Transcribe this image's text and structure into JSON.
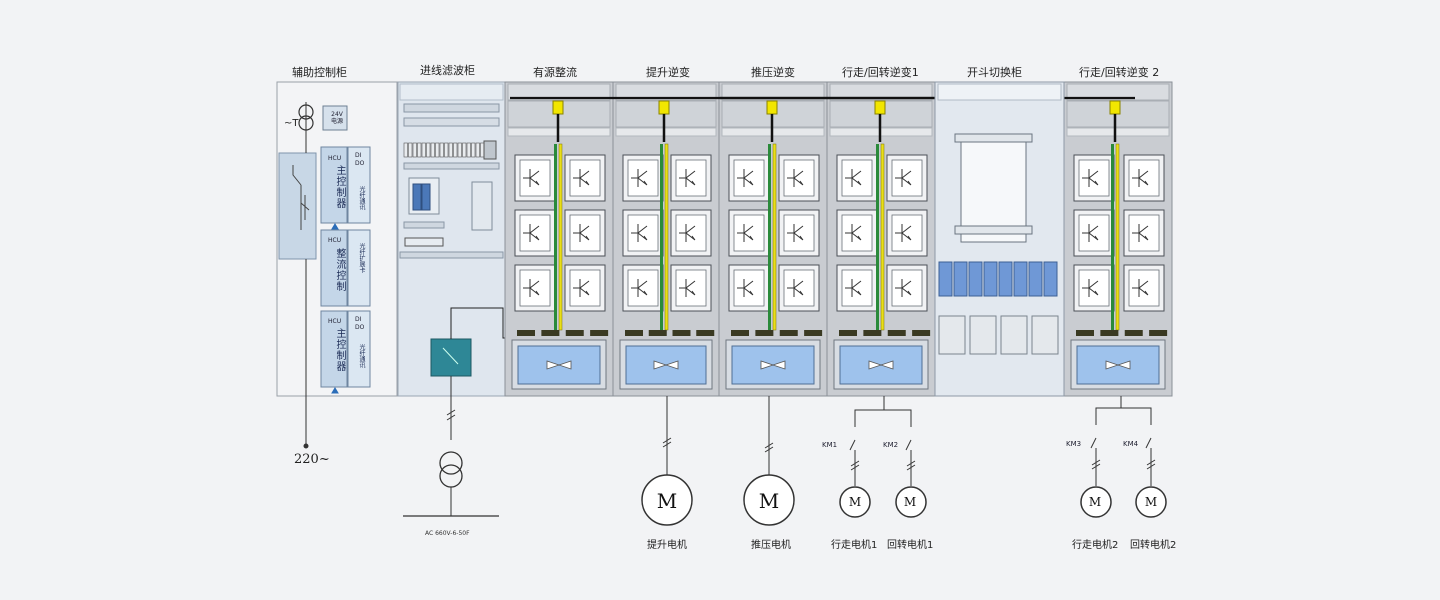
{
  "colors": {
    "page_bg": "#f2f3f5",
    "cabinet_grey": "#c9ccd1",
    "cabinet_light": "#e6ebf1",
    "filter_cabinet": "#dfe6ee",
    "switch_cabinet": "#e2e8ef",
    "blue_panel": "#9ec2ec",
    "busbar": "#111111",
    "fuse_yellow": "#f2e600",
    "teal_box": "#2e8796",
    "dark_block": "#3a3a22",
    "line": "#333333"
  },
  "cabinets": [
    {
      "key": "aux",
      "title": "辅助控制柜"
    },
    {
      "key": "filter",
      "title": "进线滤波柜"
    },
    {
      "key": "rect",
      "title": "有源整流"
    },
    {
      "key": "hoist",
      "title": "提升逆变"
    },
    {
      "key": "crowd",
      "title": "推压逆变"
    },
    {
      "key": "swing1",
      "title": "行走/回转逆变1"
    },
    {
      "key": "switch",
      "title": "开斗切换柜"
    },
    {
      "key": "swing2",
      "title": "行走/回转逆变 2"
    }
  ],
  "aux_cabinet": {
    "t_label": "~T",
    "dc_box": "24V\n电源",
    "modules": [
      {
        "head": "HCU",
        "title": "主控制器",
        "tag": "DI DO",
        "side": "光纤通讯"
      },
      {
        "head": "HCU",
        "title": "整流控制",
        "tag": "",
        "side": "光纤扩展卡"
      },
      {
        "head": "HCU",
        "title": "主控制器",
        "tag": "DI DO",
        "side": "光纤通讯"
      }
    ],
    "supply_label": "220~"
  },
  "filter_cabinet": {
    "supply_label": "AC 660V-6-50F"
  },
  "motors": [
    {
      "key": "hoist",
      "symbol": "M",
      "name": "提升电机"
    },
    {
      "key": "crowd",
      "symbol": "M",
      "name": "推压电机"
    },
    {
      "key": "travel1",
      "symbol": "M",
      "name": "行走电机1",
      "switch": "KM1"
    },
    {
      "key": "swing1",
      "symbol": "M",
      "name": "回转电机1",
      "switch": "KM2"
    },
    {
      "key": "travel2",
      "symbol": "M",
      "name": "行走电机2",
      "switch": "KM3"
    },
    {
      "key": "swing2",
      "symbol": "M",
      "name": "回转电机2",
      "switch": "KM4"
    }
  ]
}
